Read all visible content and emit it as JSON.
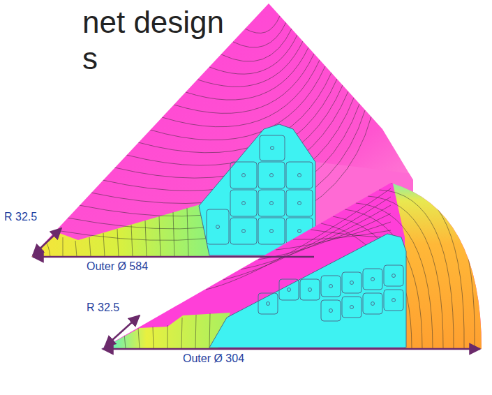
{
  "diagram": {
    "labels": [
      "net design",
      "s",
      "R 32.5",
      "Outer Ø 584",
      "R 32.5",
      "Outer Ø 304"
    ]
  }
}
